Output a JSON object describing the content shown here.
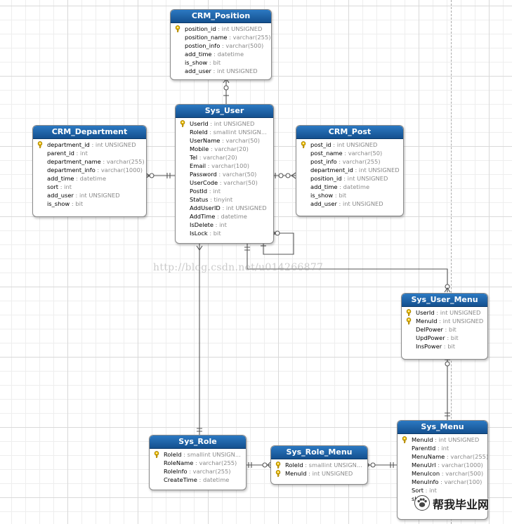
{
  "watermark": "http://blog.csdn.net/u014266877",
  "logo_text": "帮我毕业网",
  "colors": {
    "header": "#1d61a8",
    "type_text": "#8a8a8a",
    "border": "#8a8a8a"
  },
  "entities": {
    "crm_position": {
      "title": "CRM_Position",
      "attrs": [
        {
          "name": "position_id",
          "type": "int UNSIGNED",
          "key": true
        },
        {
          "name": "position_name",
          "type": "varchar(255)",
          "key": false
        },
        {
          "name": "postion_info",
          "type": "varchar(500)",
          "key": false
        },
        {
          "name": "add_time",
          "type": "datetime",
          "key": false
        },
        {
          "name": "is_show",
          "type": "bit",
          "key": false
        },
        {
          "name": "add_user",
          "type": "int UNSIGNED",
          "key": false
        }
      ]
    },
    "sys_user": {
      "title": "Sys_User",
      "attrs": [
        {
          "name": "UserId",
          "type": "int UNSIGNED",
          "key": true
        },
        {
          "name": "RoleId",
          "type": "smallint UNSIGN...",
          "key": false
        },
        {
          "name": "UserName",
          "type": "varchar(50)",
          "key": false
        },
        {
          "name": "Mobile",
          "type": "varchar(20)",
          "key": false
        },
        {
          "name": "Tel",
          "type": "varchar(20)",
          "key": false
        },
        {
          "name": "Email",
          "type": "varchar(100)",
          "key": false
        },
        {
          "name": "Password",
          "type": "varchar(50)",
          "key": false
        },
        {
          "name": "UserCode",
          "type": "varchar(50)",
          "key": false
        },
        {
          "name": "PostId",
          "type": "int",
          "key": false
        },
        {
          "name": "Status",
          "type": "tinyint",
          "key": false
        },
        {
          "name": "AddUserID",
          "type": "int UNSIGNED",
          "key": false
        },
        {
          "name": "AddTime",
          "type": "datetime",
          "key": false
        },
        {
          "name": "IsDelete",
          "type": "int",
          "key": false
        },
        {
          "name": "IsLock",
          "type": "bit",
          "key": false
        }
      ]
    },
    "crm_department": {
      "title": "CRM_Department",
      "attrs": [
        {
          "name": "department_id",
          "type": "int UNSIGNED",
          "key": true
        },
        {
          "name": "parent_id",
          "type": "int",
          "key": false
        },
        {
          "name": "department_name",
          "type": "varchar(255)",
          "key": false
        },
        {
          "name": "department_info",
          "type": "varchar(1000)",
          "key": false
        },
        {
          "name": "add_time",
          "type": "datetime",
          "key": false
        },
        {
          "name": "sort",
          "type": "int",
          "key": false
        },
        {
          "name": "add_user",
          "type": "int UNSIGNED",
          "key": false
        },
        {
          "name": "is_show",
          "type": "bit",
          "key": false
        }
      ]
    },
    "crm_post": {
      "title": "CRM_Post",
      "attrs": [
        {
          "name": "post_id",
          "type": "int UNSIGNED",
          "key": true
        },
        {
          "name": "post_name",
          "type": "varchar(50)",
          "key": false
        },
        {
          "name": "post_info",
          "type": "varchar(255)",
          "key": false
        },
        {
          "name": "department_id",
          "type": "int UNSIGNED",
          "key": false
        },
        {
          "name": "position_id",
          "type": "int UNSIGNED",
          "key": false
        },
        {
          "name": "add_time",
          "type": "datetime",
          "key": false
        },
        {
          "name": "is_show",
          "type": "bit",
          "key": false
        },
        {
          "name": "add_user",
          "type": "int UNSIGNED",
          "key": false
        }
      ]
    },
    "sys_user_menu": {
      "title": "Sys_User_Menu",
      "attrs": [
        {
          "name": "UserId",
          "type": "int UNSIGNED",
          "key": true
        },
        {
          "name": "MenuId",
          "type": "int UNSIGNED",
          "key": true
        },
        {
          "name": "DelPower",
          "type": "bit",
          "key": false
        },
        {
          "name": "UpdPower",
          "type": "bit",
          "key": false
        },
        {
          "name": "InsPower",
          "type": "bit",
          "key": false
        }
      ]
    },
    "sys_role": {
      "title": "Sys_Role",
      "attrs": [
        {
          "name": "RoleId",
          "type": "smallint UNSIGN...",
          "key": true
        },
        {
          "name": "RoleName",
          "type": "varchar(255)",
          "key": false
        },
        {
          "name": "RoleInfo",
          "type": "varchar(255)",
          "key": false
        },
        {
          "name": "CreateTime",
          "type": "datetime",
          "key": false
        }
      ]
    },
    "sys_role_menu": {
      "title": "Sys_Role_Menu",
      "attrs": [
        {
          "name": "RoleId",
          "type": "smallint UNSIGN...",
          "key": true
        },
        {
          "name": "MenuId",
          "type": "int UNSIGNED",
          "key": true
        }
      ]
    },
    "sys_menu": {
      "title": "Sys_Menu",
      "attrs": [
        {
          "name": "MenuId",
          "type": "int UNSIGNED",
          "key": true
        },
        {
          "name": "ParentId",
          "type": "int",
          "key": false
        },
        {
          "name": "MenuName",
          "type": "varchar(255)",
          "key": false
        },
        {
          "name": "MenuUrl",
          "type": "varchar(1000)",
          "key": false
        },
        {
          "name": "MenuIcon",
          "type": "varchar(500)",
          "key": false
        },
        {
          "name": "MenuInfo",
          "type": "varchar(100)",
          "key": false
        },
        {
          "name": "Sort",
          "type": "int",
          "key": false
        },
        {
          "name": "show",
          "type": "",
          "key": false
        }
      ]
    }
  }
}
